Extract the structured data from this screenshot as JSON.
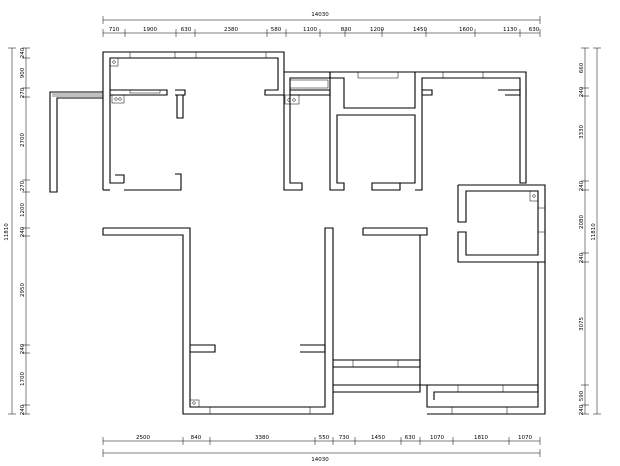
{
  "dimensions": {
    "top": {
      "total": "14030",
      "segments": [
        "710",
        "1900",
        "630",
        "2380",
        "580",
        "1100",
        "830",
        "1200",
        "1450",
        "1600",
        "1130",
        "630"
      ]
    },
    "bottom": {
      "total": "14030",
      "segments": [
        "2500",
        "840",
        "3380",
        "550",
        "730",
        "1450",
        "630",
        "1070",
        "1810",
        "1070"
      ]
    },
    "left": {
      "total": "11810",
      "segments": [
        "240",
        "900",
        "270",
        "2700",
        "270",
        "1200",
        "240",
        "2950",
        "240",
        "1700",
        "240"
      ]
    },
    "right": {
      "total": "11810",
      "segments": [
        "660",
        "240",
        "3330",
        "240",
        "2080",
        "240",
        "3075",
        "590",
        "240"
      ]
    }
  }
}
